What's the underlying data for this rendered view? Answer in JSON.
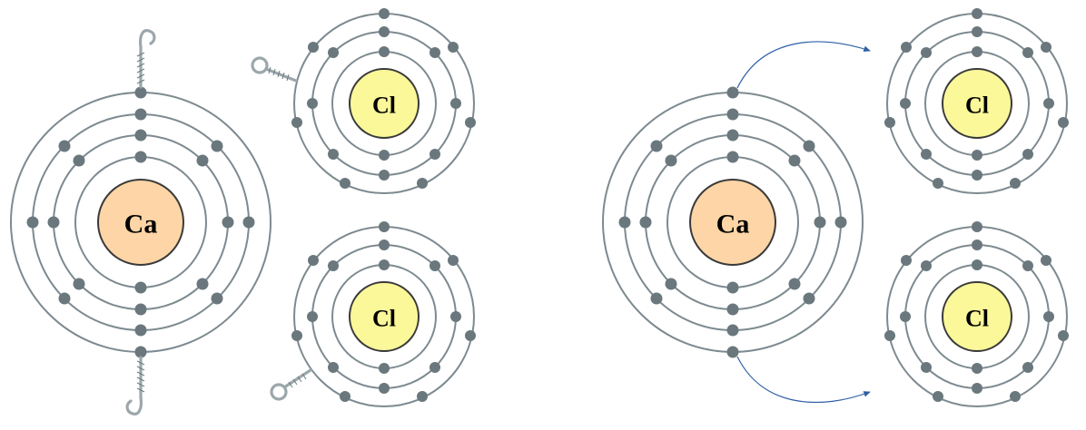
{
  "atoms": [
    {
      "id": "ca-left",
      "symbol": "Ca",
      "element": "calcium",
      "shells": [
        2,
        8,
        8,
        2
      ]
    },
    {
      "id": "cl-left-top",
      "symbol": "Cl",
      "element": "chlorine",
      "shells": [
        2,
        8,
        7
      ]
    },
    {
      "id": "cl-left-bottom",
      "symbol": "Cl",
      "element": "chlorine",
      "shells": [
        2,
        8,
        7
      ]
    },
    {
      "id": "ca-right",
      "symbol": "Ca",
      "element": "calcium",
      "shells": [
        2,
        8,
        8,
        2
      ]
    },
    {
      "id": "cl-right-top",
      "symbol": "Cl",
      "element": "chlorine",
      "shells": [
        2,
        8,
        7
      ]
    },
    {
      "id": "cl-right-bottom",
      "symbol": "Cl",
      "element": "chlorine",
      "shells": [
        2,
        8,
        7
      ]
    }
  ],
  "transfers": [
    {
      "from": "ca-right",
      "to": "cl-right-top",
      "electrons": 1
    },
    {
      "from": "ca-right",
      "to": "cl-right-bottom",
      "electrons": 1
    }
  ],
  "hooks": [
    {
      "atom": "ca-left",
      "type": "hook-top"
    },
    {
      "atom": "ca-left",
      "type": "hook-bottom"
    },
    {
      "atom": "cl-left-top",
      "type": "eye"
    },
    {
      "atom": "cl-left-bottom",
      "type": "eye"
    }
  ],
  "colors": {
    "ca_nucleus": "#fdd5a6",
    "cl_nucleus": "#fbf89a",
    "shell": "#7d8a90",
    "electron": "#6a787e",
    "arrow": "#2f5fa6"
  }
}
